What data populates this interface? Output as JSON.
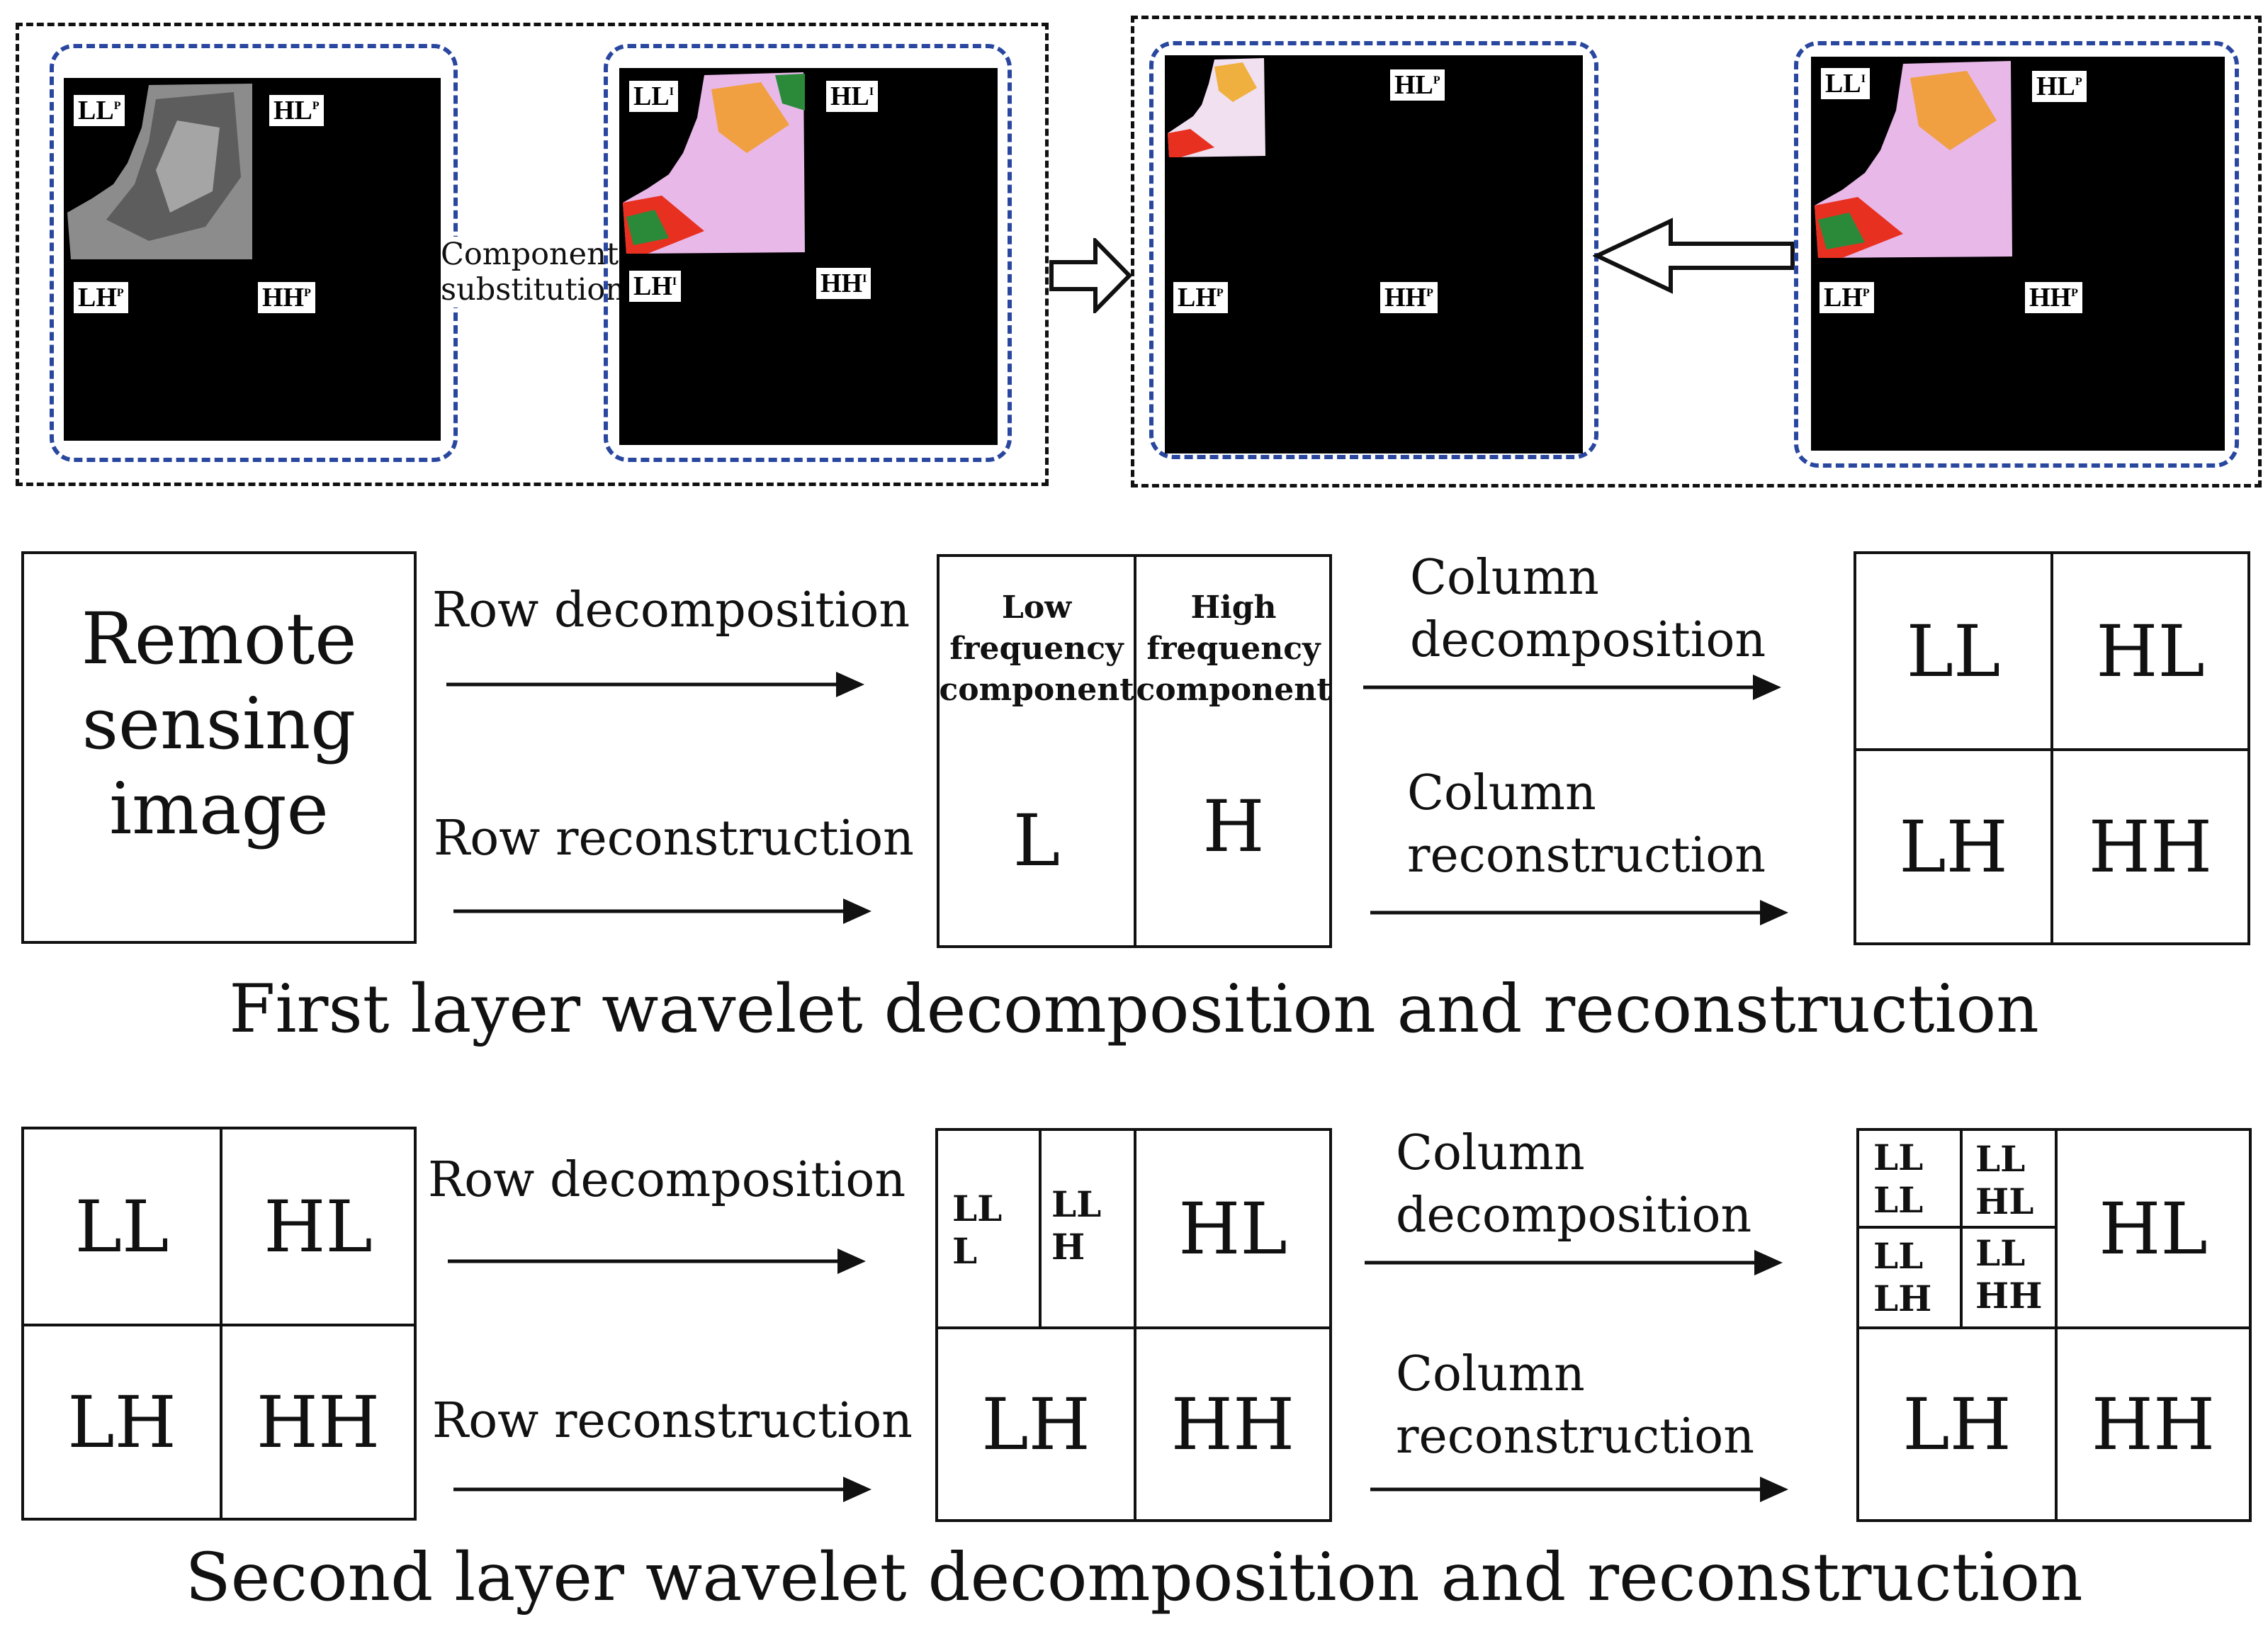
{
  "top": {
    "panels": [
      {
        "labels": {
          "ll": "LL",
          "ll_sup": "P",
          "hl": "HL",
          "hl_sup": "P",
          "lh": "LH",
          "lh_sup": "P",
          "hh": "HH",
          "hh_sup": "P"
        }
      },
      {
        "labels": {
          "ll": "LL",
          "ll_sup": "I",
          "hl": "HL",
          "hl_sup": "I",
          "lh": "LH",
          "lh_sup": "I",
          "hh": "HH",
          "hh_sup": "I"
        }
      },
      {
        "labels": {
          "hl": "HL",
          "hl_sup": "P",
          "lh": "LH",
          "lh_sup": "P",
          "hh": "HH",
          "hh_sup": "P"
        }
      },
      {
        "labels": {
          "ll": "LL",
          "ll_sup": "I",
          "hl": "HL",
          "hl_sup": "P",
          "lh": "LH",
          "lh_sup": "P",
          "hh": "HH",
          "hh_sup": "P"
        }
      }
    ],
    "component_substitution": "Component\nsubstitution"
  },
  "first_layer": {
    "source": "Remote\nsensing\nimage",
    "row_decomposition": "Row decomposition",
    "row_reconstruction": "Row reconstruction",
    "low_freq": "Low\nfrequency\ncomponent",
    "high_freq": "High\nfrequency\ncomponent",
    "L": "L",
    "H": "H",
    "column_decomposition": "Column\ndecomposition",
    "column_reconstruction": "Column\nreconstruction",
    "LL": "LL",
    "HL": "HL",
    "LH": "LH",
    "HH": "HH",
    "caption": "First layer wavelet decomposition and reconstruction"
  },
  "second_layer": {
    "LL": "LL",
    "HL": "HL",
    "LH": "LH",
    "HH": "HH",
    "row_decomposition": "Row decomposition",
    "row_reconstruction": "Row reconstruction",
    "LLL": "LL\nL",
    "LLH": "LL\nH",
    "column_decomposition": "Column\ndecomposition",
    "column_reconstruction": "Column\nreconstruction",
    "LLLL": "LL\nLL",
    "LLHL": "LL\nHL",
    "LLLH": "LL\nLH",
    "LLHH": "LL\nHH",
    "caption": "Second layer wavelet decomposition and reconstruction"
  }
}
